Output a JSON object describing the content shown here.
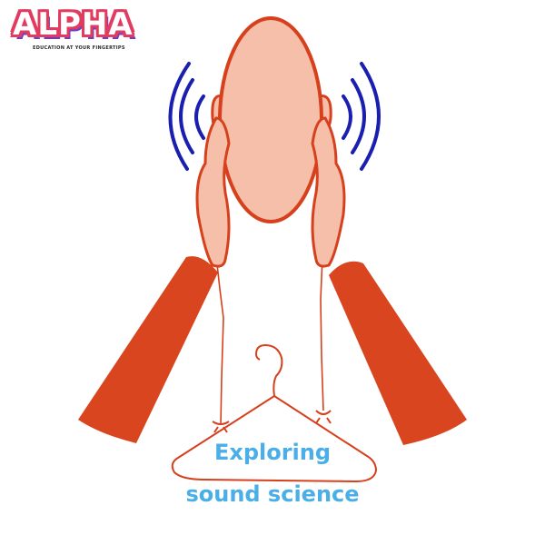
{
  "logo": {
    "word": "ALPHA",
    "tagline": "EDUCATION AT YOUR FINGERTIPS"
  },
  "caption": {
    "line1": "Exploring",
    "line2": "sound science"
  },
  "colors": {
    "skin": "#f6bfa9",
    "outline": "#d6401c",
    "arm": "#d8451e",
    "sound_wave": "#1a1fb0",
    "caption": "#4aaee8",
    "logo_fill": "#ffffff",
    "logo_outline": "#e23b5f",
    "logo_shadow": "#6a3fc8"
  },
  "icons": {
    "logo": "alpha-logo",
    "head": "head-icon",
    "hands": "hands-on-ears-icon",
    "arms": "arms-icon",
    "waves": "sound-wave-icon",
    "hanger": "coat-hanger-icon"
  }
}
